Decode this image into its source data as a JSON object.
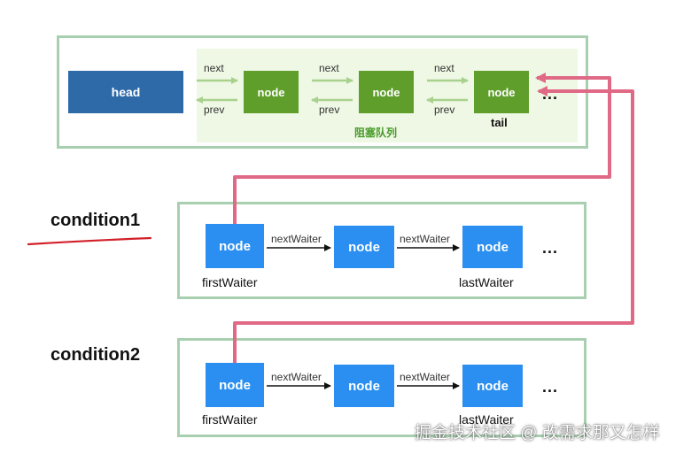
{
  "blocking_queue": {
    "title": "阻塞队列",
    "head": "head",
    "nodes": [
      "node",
      "node",
      "node"
    ],
    "tail": "tail",
    "next": "next",
    "prev": "prev",
    "more": "..."
  },
  "conditions": [
    {
      "title": "condition1",
      "nodes": [
        "node",
        "node",
        "node"
      ],
      "link": "nextWaiter",
      "first": "firstWaiter",
      "last": "lastWaiter",
      "more": "..."
    },
    {
      "title": "condition2",
      "nodes": [
        "node",
        "node",
        "node"
      ],
      "link": "nextWaiter",
      "first": "firstWaiter",
      "last": "lastWaiter",
      "more": "..."
    }
  ],
  "watermark": "掘金技术社区 @ 改需求那又怎样",
  "colors": {
    "frame": "#a8cfb0",
    "queue_background": "#eef8e4",
    "head": "#2e6aa8",
    "green_node": "#5f9e2a",
    "blue_node": "#2a8ff0",
    "link_line": "#e06a86",
    "green_arrow": "#a9d18e",
    "underline": "#d2202a"
  }
}
